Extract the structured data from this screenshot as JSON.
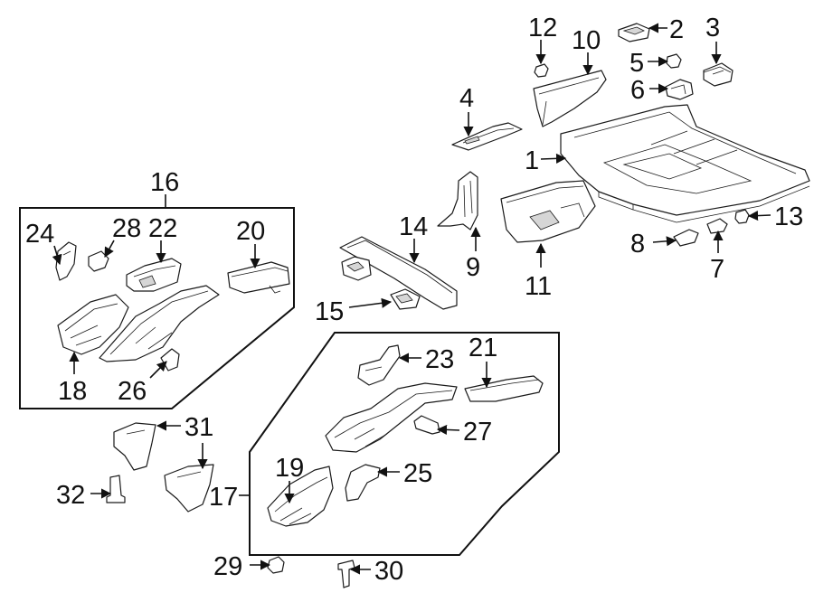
{
  "diagram": {
    "callouts": [
      "1",
      "2",
      "3",
      "4",
      "5",
      "6",
      "7",
      "8",
      "9",
      "10",
      "11",
      "12",
      "13",
      "14",
      "15",
      "16",
      "17",
      "18",
      "19",
      "20",
      "21",
      "22",
      "23",
      "24",
      "25",
      "26",
      "27",
      "28",
      "29",
      "30",
      "31",
      "32"
    ]
  },
  "colors": {
    "line": "#111111",
    "background": "#ffffff",
    "fill": "#ffffff"
  }
}
